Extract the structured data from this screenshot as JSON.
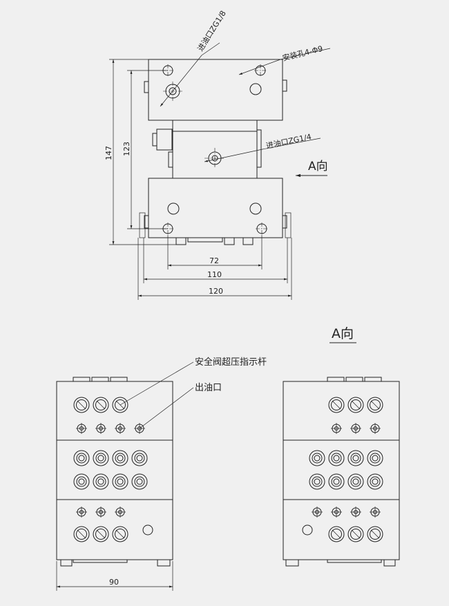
{
  "top_view": {
    "inlet_top_label": "进油口ZG1/8",
    "mount_holes_label": "安装孔4-Φ9",
    "inlet_mid_label": "进油口ZG1/4",
    "view_arrow_label": "A向",
    "dims": {
      "d147": "147",
      "d123": "123",
      "d72": "72",
      "d110": "110",
      "d120": "120"
    }
  },
  "a_view": {
    "title": "A向",
    "safety_valve_label": "安全阀超压指示杆",
    "outlet_label": "出油口",
    "dim90": "90"
  },
  "colors": {
    "line": "#222222",
    "background": "#f0f0f0"
  }
}
